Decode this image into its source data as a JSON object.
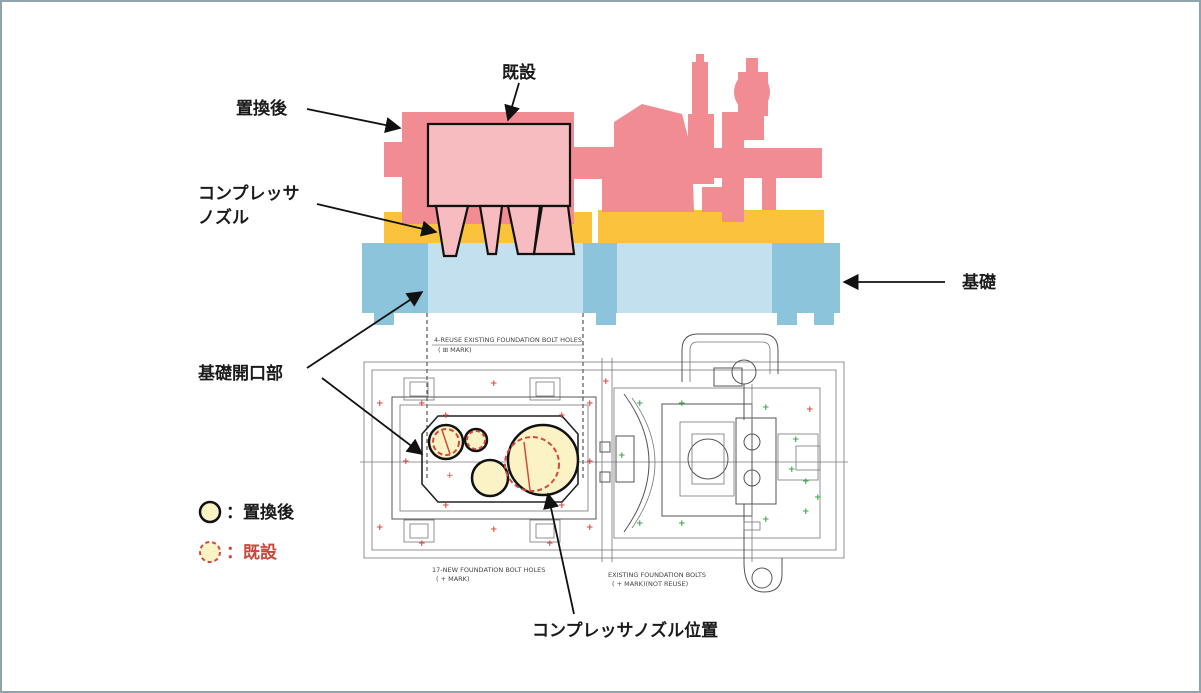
{
  "labels": {
    "existing": "既設",
    "replaced": "置換後",
    "nozzle_line1": "コンプレッサ",
    "nozzle_line2": "ノズル",
    "foundation": "基礎",
    "foundation_opening": "基礎開口部",
    "nozzle_position": "コンプレッサノズル位置"
  },
  "legend": {
    "replaced": "：置換後",
    "existing": "：既設"
  },
  "drawing_notes": {
    "reuse_bolts": "4-REUSE EXISTING FOUNDATION BOLT HOLES",
    "reuse_bolts_mark": "( ⊞ MARK)",
    "new_bolts": "17-NEW FOUNDATION BOLT HOLES",
    "new_bolts_mark": "( + MARK)",
    "existing_bolts": "EXISTING FOUNDATION BOLTS",
    "existing_bolts_mark": "( + MARK)(NOT REUSE)"
  },
  "colors": {
    "replaced_fill": "#f08c92",
    "existing_fill": "#f6bcc0",
    "baseplate": "#fbc33c",
    "foundation_dark": "#8cc4dc",
    "foundation_light": "#c2e0ee",
    "circle_fill": "#fbf3c6",
    "existing_dash": "#d24a3c",
    "bolt_red": "#d94a40",
    "bolt_green": "#3aa84a"
  }
}
